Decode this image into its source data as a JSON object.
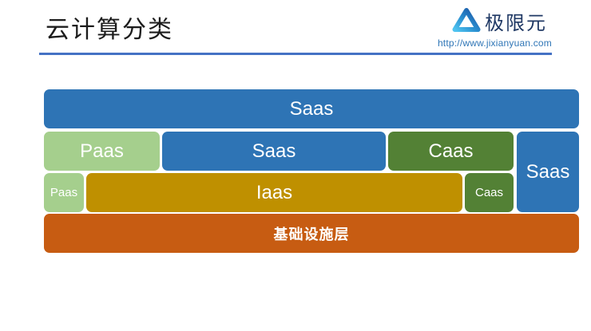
{
  "slide": {
    "title": "云计算分类",
    "logo": {
      "name": "极限元",
      "url": "http://www.jixianyuan.com",
      "icon": "rounded-triangle-logo"
    }
  },
  "colors": {
    "box_blue": "#2e74b5",
    "box_light_green": "#a5cf8d",
    "box_dark_green": "#538135",
    "box_gold": "#bf9000",
    "box_orange": "#c75c12",
    "title_underline": "#4472c4",
    "logo_text": "#1f3864",
    "url_text": "#2e75b6",
    "box_label_text": "#ffffff"
  },
  "diagram": {
    "description": "cloud-computing layer diagram",
    "boxes": [
      {
        "id": "saas-top",
        "label": "Saas",
        "row": 1,
        "color": "#2e74b5"
      },
      {
        "id": "paas-mid",
        "label": "Paas",
        "row": 2,
        "color": "#a5cf8d"
      },
      {
        "id": "saas-mid",
        "label": "Saas",
        "row": 2,
        "color": "#2e74b5"
      },
      {
        "id": "caas-mid",
        "label": "Caas",
        "row": 2,
        "color": "#538135"
      },
      {
        "id": "saas-right",
        "label": "Saas",
        "row": "2-3",
        "color": "#2e74b5"
      },
      {
        "id": "paas-small",
        "label": "Paas",
        "row": 3,
        "color": "#a5cf8d"
      },
      {
        "id": "iaas",
        "label": "Iaas",
        "row": 3,
        "color": "#bf9000"
      },
      {
        "id": "caas-small",
        "label": "Caas",
        "row": 3,
        "color": "#538135"
      },
      {
        "id": "infra",
        "label": "基础设施层",
        "row": 4,
        "color": "#c75c12"
      }
    ]
  }
}
